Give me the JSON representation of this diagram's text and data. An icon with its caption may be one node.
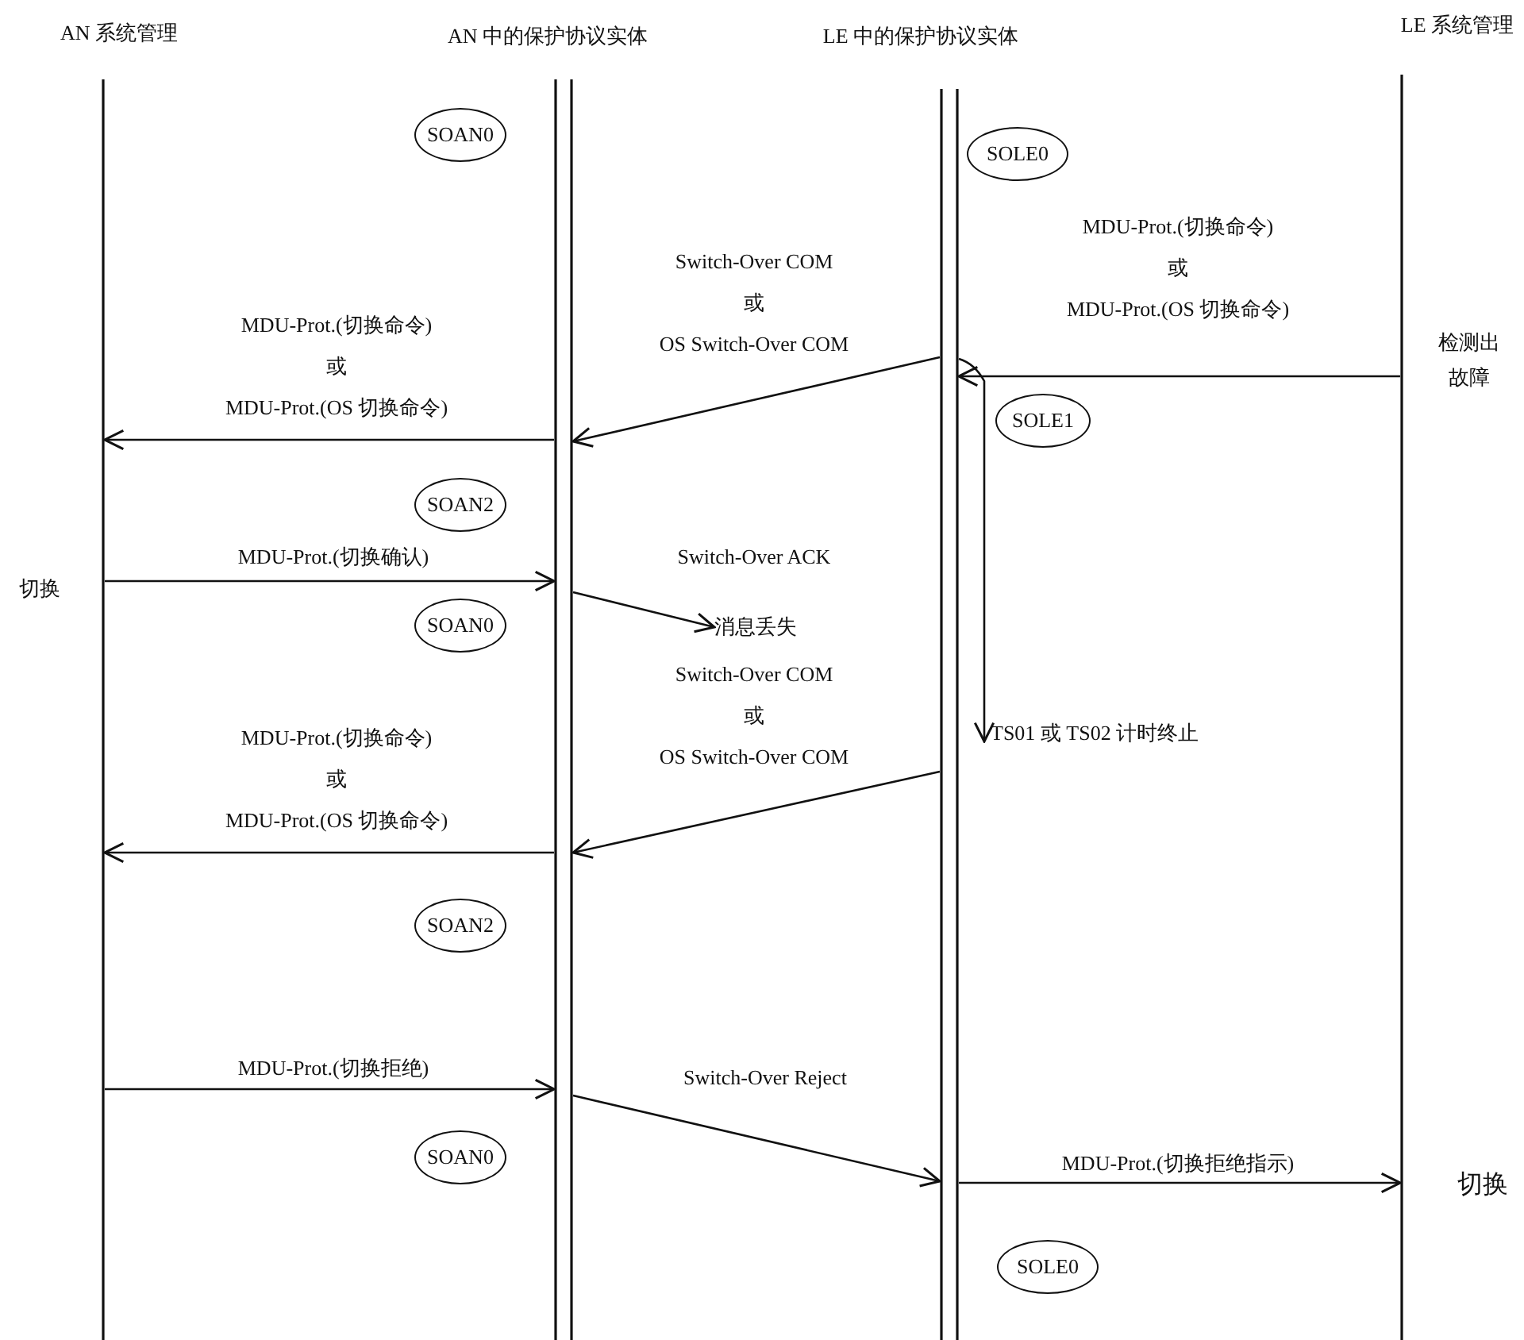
{
  "diagram": {
    "nodes": [
      {
        "text": [
          "AN 系统管理"
        ],
        "beside": [
          "切换"
        ]
      },
      {
        "text": [
          "AN 中的保护协议实体"
        ]
      },
      {
        "text": [
          "LE 中的保护协议实体"
        ]
      },
      {
        "text": [
          "LE 系统管理"
        ]
      },
      {
        "text": [
          "SOAN0"
        ]
      },
      {
        "text": [
          "SOLE0"
        ]
      },
      {
        "text": [
          "SOLE1"
        ]
      },
      {
        "text": [
          "SOAN2"
        ]
      },
      {
        "text": [
          "SOAN0"
        ]
      },
      {
        "text": [
          "SOAN2"
        ]
      },
      {
        "text": [
          "SOAN0"
        ]
      },
      {
        "text": [
          "SOLE0"
        ]
      },
      {
        "text": [
          "消息丢失"
        ]
      },
      {
        "text": [
          "TS01 或 TS02 计时终止"
        ]
      }
    ],
    "edges": [
      {
        "from": 3,
        "to": 2,
        "arrow": "to",
        "label": "MDU-Prot.(切换命令) 或 MDU-Prot.(OS 切换命令)"
      },
      {
        "from": 2,
        "to": 1,
        "arrow": "to",
        "label": "Switch-Over COM 或 OS Switch-Over COM"
      },
      {
        "from": 1,
        "to": 0,
        "arrow": "to",
        "label": "MDU-Prot.(切换命令) 或 MDU-Prot.(OS 切换命令)"
      },
      {
        "from": 0,
        "to": 1,
        "arrow": "to",
        "label": "MDU-Prot.(切换确认)"
      },
      {
        "from": 1,
        "to": 12,
        "arrow": "to",
        "label": "Switch-Over ACK"
      },
      {
        "from": 2,
        "to": 13,
        "arrow": "to"
      },
      {
        "from": 2,
        "to": 1,
        "arrow": "to",
        "label": "Switch-Over COM 或 OS Switch-Over COM"
      },
      {
        "from": 1,
        "to": 0,
        "arrow": "to",
        "label": "MDU-Prot.(切换命令) 或 MDU-Prot.(OS 切换命令)"
      },
      {
        "from": 0,
        "to": 1,
        "arrow": "to",
        "label": "MDU-Prot.(切换拒绝)"
      },
      {
        "from": 1,
        "to": 2,
        "arrow": "to",
        "label": "Switch-Over Reject"
      },
      {
        "from": 2,
        "to": 3,
        "arrow": "to",
        "label": "MDU-Prot.(切换拒绝指示)"
      }
    ],
    "labels": [
      "检测出故障",
      "切换"
    ]
  }
}
